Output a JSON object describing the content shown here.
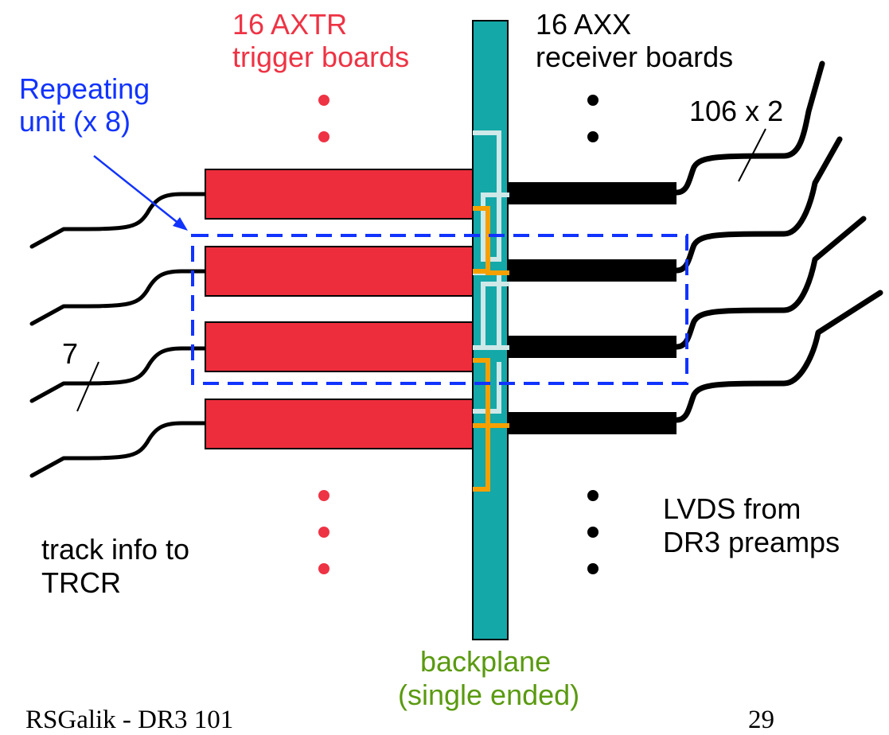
{
  "labels": {
    "trigger_boards": [
      "16 AXTR",
      "trigger boards"
    ],
    "receiver_boards": [
      "16 AXX",
      "receiver boards"
    ],
    "repeating_unit": [
      "Repeating",
      "unit (x 8)"
    ],
    "bus_width_right": "106 x 2",
    "bus_width_left": "7",
    "lvds": [
      "LVDS from",
      "DR3 preamps"
    ],
    "track_info": [
      "track info to",
      "TRCR"
    ],
    "backplane": [
      "backplane",
      "(single ended)"
    ]
  },
  "footer": {
    "author": "RSGalik - DR3 101",
    "page_number": "29"
  },
  "colors": {
    "trigger_board": "#ee2d3c",
    "receiver_board": "#000000",
    "backplane": "#14a8a8",
    "orange_trace": "#f5a000",
    "light_trace": "#cfe8e8",
    "repeat_box": "#1133ff",
    "label_red": "#ee3344",
    "label_blue": "#1133ff",
    "label_green": "#5a9a10"
  }
}
